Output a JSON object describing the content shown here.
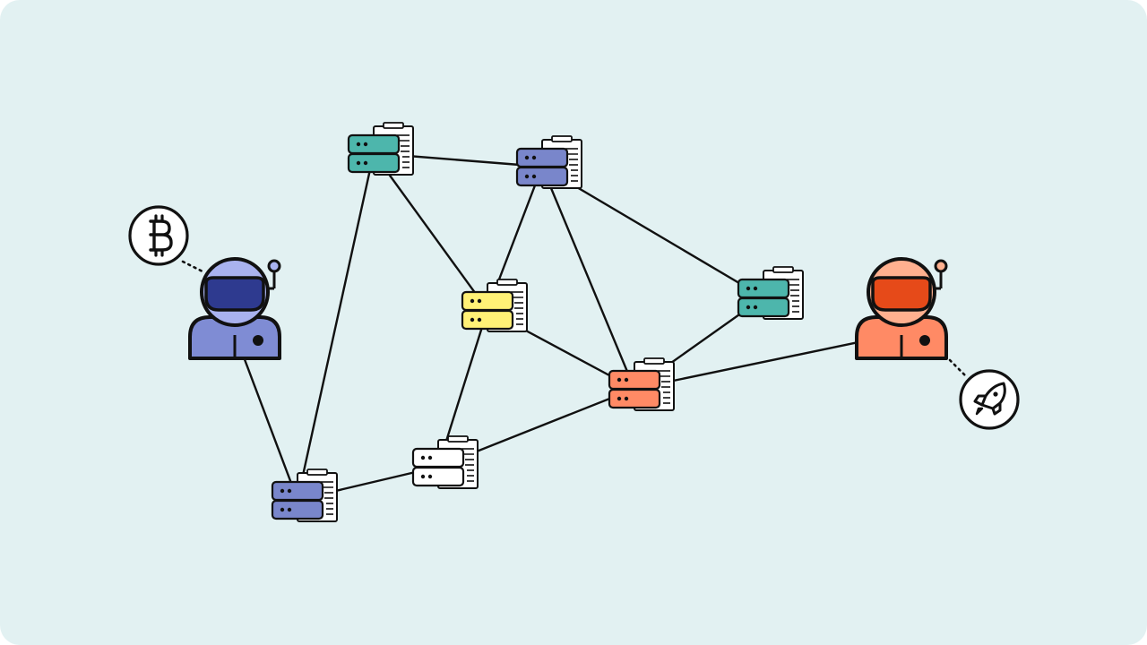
{
  "diagram": {
    "type": "peer-to-peer network",
    "colors": {
      "background": "#e2f1f2",
      "line": "#111111",
      "teal": "#4db6ac",
      "blue": "#7986cb",
      "yellow": "#fff176",
      "orange": "#ff8a65",
      "white": "#ffffff",
      "user_left_body": "#7f8cd4",
      "user_left_visor": "#2e3a8f",
      "user_left_head": "#a9b2ef",
      "user_right_body": "#ff8a65",
      "user_right_visor": "#e64a19",
      "user_right_head": "#ffb08f"
    },
    "nodes": [
      {
        "id": "n1",
        "icon": "server-with-ledger-icon",
        "color": "teal"
      },
      {
        "id": "n2",
        "icon": "server-with-ledger-icon",
        "color": "blue"
      },
      {
        "id": "n3",
        "icon": "server-with-ledger-icon",
        "color": "yellow"
      },
      {
        "id": "n4",
        "icon": "server-with-ledger-icon",
        "color": "teal"
      },
      {
        "id": "n5",
        "icon": "server-with-ledger-icon",
        "color": "orange"
      },
      {
        "id": "n6",
        "icon": "server-with-ledger-icon",
        "color": "white"
      },
      {
        "id": "n7",
        "icon": "server-with-ledger-icon",
        "color": "blue"
      }
    ],
    "users": [
      {
        "id": "user-left",
        "icon": "astronaut-user-icon",
        "badge": "bitcoin-icon",
        "color": "blue"
      },
      {
        "id": "user-right",
        "icon": "astronaut-user-icon",
        "badge": "rocket-icon",
        "color": "orange"
      }
    ],
    "edges": [
      [
        "n1",
        "n2"
      ],
      [
        "n1",
        "n3"
      ],
      [
        "n1",
        "n7"
      ],
      [
        "n2",
        "n3"
      ],
      [
        "n2",
        "n5"
      ],
      [
        "n2",
        "n4"
      ],
      [
        "n3",
        "n5"
      ],
      [
        "n3",
        "n6"
      ],
      [
        "n4",
        "n5"
      ],
      [
        "n5",
        "n6"
      ],
      [
        "n5",
        "user-right"
      ],
      [
        "n6",
        "n7"
      ],
      [
        "n7",
        "user-left"
      ]
    ]
  }
}
